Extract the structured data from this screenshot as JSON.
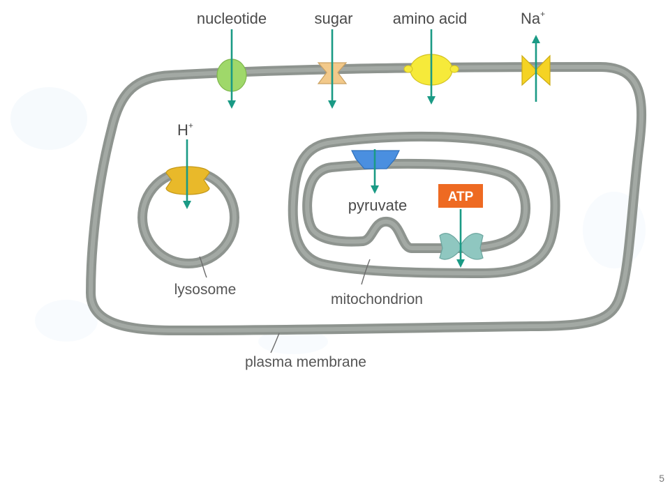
{
  "labels": {
    "nucleotide": "nucleotide",
    "sugar": "sugar",
    "amino_acid": "amino acid",
    "na": "Na",
    "na_sup": "+",
    "h": "H",
    "h_sup": "+",
    "pyruvate": "pyruvate",
    "atp": "ATP",
    "lysosome": "lysosome",
    "mitochondrion": "mitochondrion",
    "plasma_membrane": "plasma membrane"
  },
  "colors": {
    "membrane": "#8e948f",
    "arrow": "#1a9a85",
    "nucleotide_transporter": "#9fd86a",
    "sugar_transporter": "#f2c98a",
    "amino_acid_transporter": "#f6ea3a",
    "na_transporter": "#f5d324",
    "h_pump": "#e9b92a",
    "pyruvate_transporter": "#4a8fe0",
    "atp_synthase": "#8fc7c0",
    "atp_box": "#ee6a22"
  },
  "page_number": "5"
}
